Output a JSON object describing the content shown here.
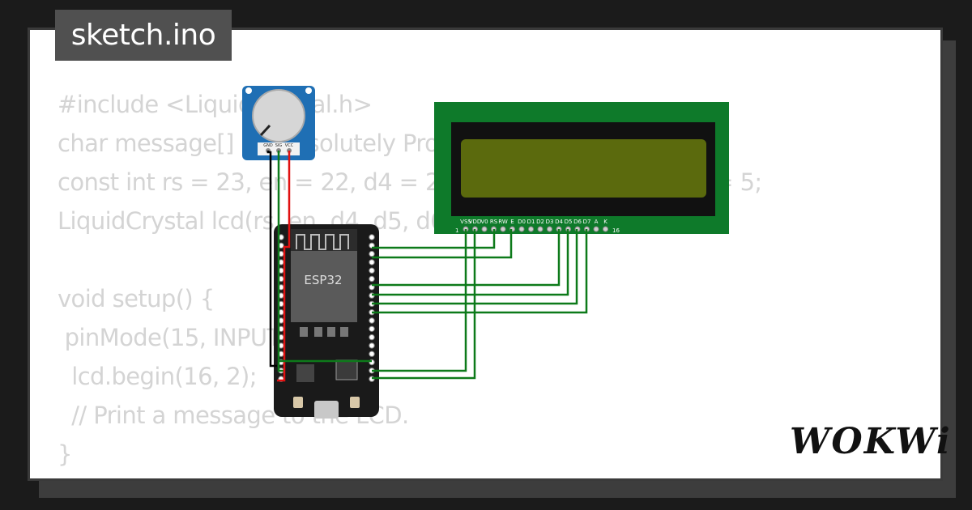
{
  "header": {
    "file_name": "sketch.ino"
  },
  "code": {
    "lines": [
      "#include <LiquidCrystal.h>",
      "char message[] = \"Absolutely Profes",
      "const int rs = 23, en = 22, d4 = 21, d5 = 19, d6 = 18, d7 = 5;",
      "LiquidCrystal lcd(rs, en, d4, d5, d6, d7);",
      "",
      "void setup() {",
      " pinMode(15, INPUT);",
      "  lcd.begin(16, 2);",
      "  // Print a message to the LCD.",
      "}"
    ]
  },
  "board": {
    "label": "ESP32"
  },
  "potentiometer": {
    "pins": [
      "GND",
      "SIG",
      "VCC"
    ]
  },
  "lcd": {
    "pins": [
      "VSS",
      "VDD",
      "V0",
      "RS",
      "RW",
      "E",
      "D0",
      "D1",
      "D2",
      "D3",
      "D4",
      "D5",
      "D6",
      "D7",
      "A",
      "K"
    ],
    "first_pin": "1",
    "last_pin": "16",
    "screen_color": "#5b6a0d",
    "pcb_color": "#0e7a2a"
  },
  "brand": {
    "logo": "WOKWi"
  },
  "colors": {
    "wire_green": "#0d7a1a",
    "wire_red": "#e01010",
    "wire_black": "#000000"
  }
}
